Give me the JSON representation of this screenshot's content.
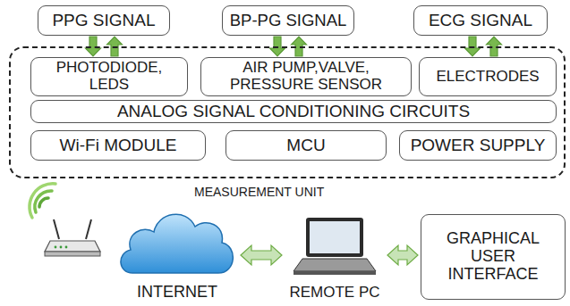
{
  "diagram": {
    "nodes": [
      {
        "text": [
          "PPG SIGNAL"
        ]
      },
      {
        "text": [
          "BP-PG SIGNAL"
        ]
      },
      {
        "text": [
          "ECG SIGNAL"
        ]
      },
      {
        "text": [
          "MEASUREMENT UNIT"
        ]
      },
      {
        "text": [
          "PHOTODIODE, LEDS"
        ],
        "in": 3
      },
      {
        "text": [
          "AIR PUMP,VALVE, PRESSURE SENSOR"
        ],
        "in": 3
      },
      {
        "text": [
          "ELECTRODES"
        ],
        "in": 3
      },
      {
        "text": [
          "ANALOG SIGNAL CONDITIONING CIRCUITS"
        ],
        "in": 3
      },
      {
        "text": [
          "Wi-Fi MODULE"
        ],
        "in": 3
      },
      {
        "text": [
          "MCU"
        ],
        "in": 3
      },
      {
        "text": [
          "POWER SUPPLY"
        ],
        "in": 3
      },
      {
        "text": [
          "INTERNET"
        ]
      },
      {
        "text": [
          "REMOTE PC"
        ]
      },
      {
        "text": [
          "GRAPHICAL USER INTERFACE"
        ]
      }
    ],
    "edges": [
      {
        "from": 0,
        "to": 4,
        "arrow": "to"
      },
      {
        "from": 4,
        "to": 0,
        "arrow": "to"
      },
      {
        "from": 1,
        "to": 5,
        "arrow": "to"
      },
      {
        "from": 5,
        "to": 1,
        "arrow": "to"
      },
      {
        "from": 2,
        "to": 6,
        "arrow": "to"
      },
      {
        "from": 6,
        "to": 2,
        "arrow": "to"
      },
      {
        "from": 11,
        "to": 12,
        "arrow": "both"
      },
      {
        "from": 12,
        "to": 13,
        "arrow": "both"
      }
    ]
  }
}
